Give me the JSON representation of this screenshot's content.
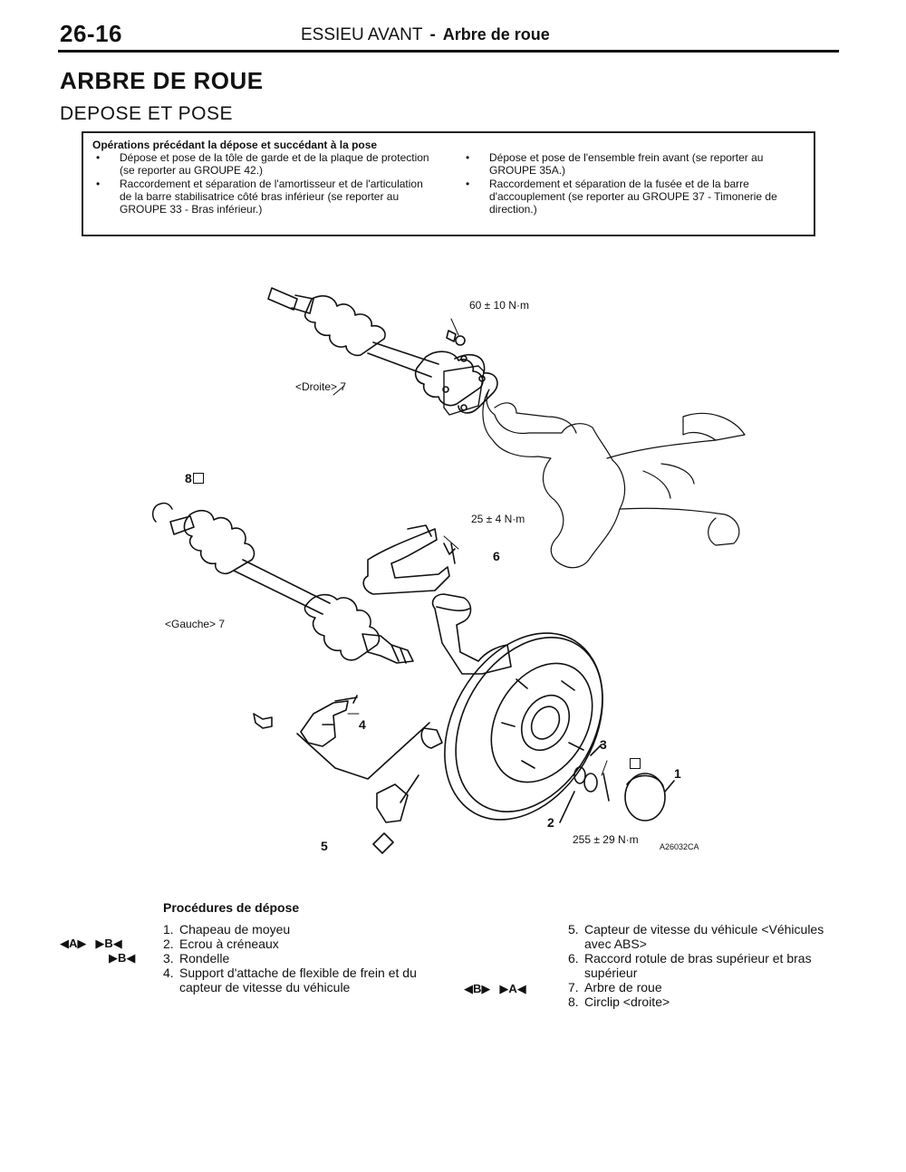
{
  "header": {
    "page_number": "26-16",
    "chapter": "ESSIEU AVANT",
    "separator": "-",
    "topic": "Arbre de roue"
  },
  "section": {
    "title": "ARBRE DE ROUE",
    "subtitle": "DEPOSE ET POSE"
  },
  "operations": {
    "title": "Opérations précédant la dépose et succédant à la pose",
    "left_items": [
      "Dépose et pose de la tôle de garde et de la plaque de protection (se reporter au GROUPE 42.)",
      "Raccordement et séparation de l'amortisseur et de l'articulation de la barre stabilisatrice côté bras inférieur (se reporter au GROUPE 33 - Bras inférieur.)"
    ],
    "right_items": [
      "Dépose et pose de l'ensemble frein avant (se reporter au GROUPE 35A.)",
      "Raccordement et séparation de la fusée et de la barre d'accouplement (se reporter au GROUPE 37 - Timonerie de direction.)"
    ],
    "bullet": "•"
  },
  "figure": {
    "torque_top": "60 ± 10 N·m",
    "label_droite": "<Droite> 7",
    "label_8": "8",
    "torque_mid": "25 ± 4 N·m",
    "label_6": "6",
    "label_gauche": "<Gauche> 7",
    "label_4": "4",
    "label_3": "3",
    "label_1": "1",
    "label_2": "2",
    "label_5": "5",
    "torque_bottom": "255 ± 29 N·m",
    "figure_code": "A26032CA"
  },
  "procedures": {
    "title": "Procédures de dépose",
    "left_items": [
      {
        "num": "1.",
        "text": "Chapeau de moyeu"
      },
      {
        "num": "2.",
        "text": "Ecrou à créneaux"
      },
      {
        "num": "3.",
        "text": "Rondelle"
      },
      {
        "num": "4.",
        "text": "Support d'attache de flexible de frein et du capteur de vitesse du véhicule"
      }
    ],
    "right_items": [
      {
        "num": "5.",
        "text": "Capteur de vitesse du véhicule <Véhicules avec ABS>"
      },
      {
        "num": "6.",
        "text": "Raccord rotule de bras supérieur et bras supérieur"
      },
      {
        "num": "7.",
        "text": "Arbre de roue"
      },
      {
        "num": "8.",
        "text": "Circlip <droite>"
      }
    ],
    "marks": {
      "row1_left": "◀A▶",
      "row1_right": "▶B◀",
      "row2_right": "▶B◀",
      "row7_left": "◀B▶",
      "row7_right": "▶A◀"
    }
  }
}
